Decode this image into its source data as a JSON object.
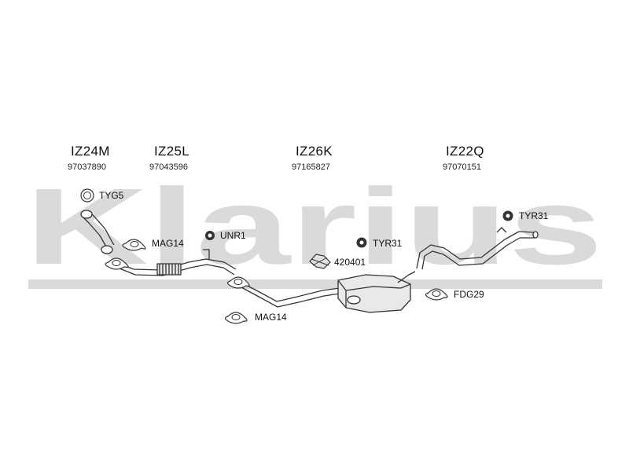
{
  "watermark": {
    "text": "Klarius",
    "color": "#d6d6d6"
  },
  "groups": [
    {
      "code": "IZ24M",
      "number": "97037890"
    },
    {
      "code": "IZ25L",
      "number": "97043596"
    },
    {
      "code": "IZ26K",
      "number": "97165827"
    },
    {
      "code": "IZ22Q",
      "number": "97070151"
    }
  ],
  "fittings": [
    {
      "label": "TYG5",
      "icon": "gasket-ring-icon"
    },
    {
      "label": "MAG14",
      "icon": "flange-gasket-icon"
    },
    {
      "label": "UNR1",
      "icon": "rubber-mount-icon"
    },
    {
      "label": "TYR31",
      "icon": "rubber-mount-icon"
    },
    {
      "label": "420401",
      "icon": "clamp-bracket-icon"
    },
    {
      "label": "TYR31",
      "icon": "rubber-mount-icon"
    },
    {
      "label": "FDG29",
      "icon": "flange-gasket-icon"
    },
    {
      "label": "MAG14",
      "icon": "flange-gasket-icon"
    }
  ],
  "colors": {
    "line": "#333333",
    "part_fill": "#e6e6e6"
  }
}
